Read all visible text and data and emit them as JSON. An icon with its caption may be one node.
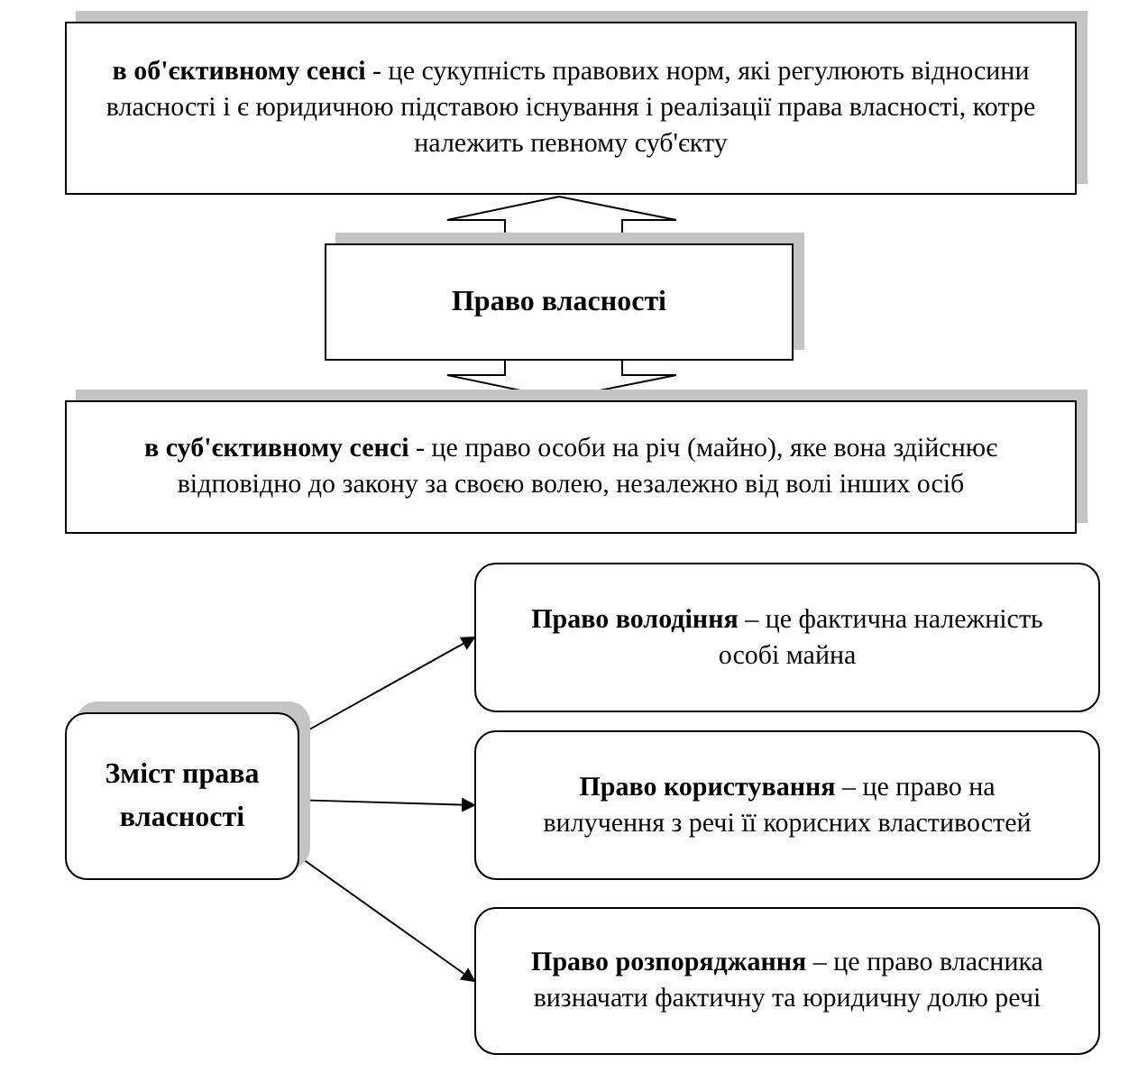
{
  "diagram": {
    "nodes": [
      {
        "text": [
          "**в об'єктивному сенсі** - це сукупність правових норм, які регулюють відносини власності і є юридичною підставою існування і реалізації права власності, котре належить певному суб'єкту"
        ]
      },
      {
        "text": [
          "Право власності"
        ]
      },
      {
        "text": [
          "**в суб'єктивному сенсі** - це право особи на річ (майно), яке вона здійснює відповідно до закону за своєю волею, незалежно від волі інших осіб"
        ]
      },
      {
        "text": [
          "Зміст права власності"
        ]
      },
      {
        "text": [
          "**Право володіння** – це фактична належність особі майна"
        ]
      },
      {
        "text": [
          "**Право користування** – це право на вилучення з речі її корисних властивостей"
        ]
      },
      {
        "text": [
          "**Право розпоряджання** – це право власника визначати фактичну та юридичну долю речі"
        ]
      }
    ],
    "edges": [
      {
        "from": 1,
        "to": 0,
        "arrow": "to"
      },
      {
        "from": 1,
        "to": 2,
        "arrow": "to"
      },
      {
        "from": 3,
        "to": 4,
        "arrow": "to"
      },
      {
        "from": 3,
        "to": 5,
        "arrow": "to"
      },
      {
        "from": 3,
        "to": 6,
        "arrow": "to"
      }
    ]
  }
}
